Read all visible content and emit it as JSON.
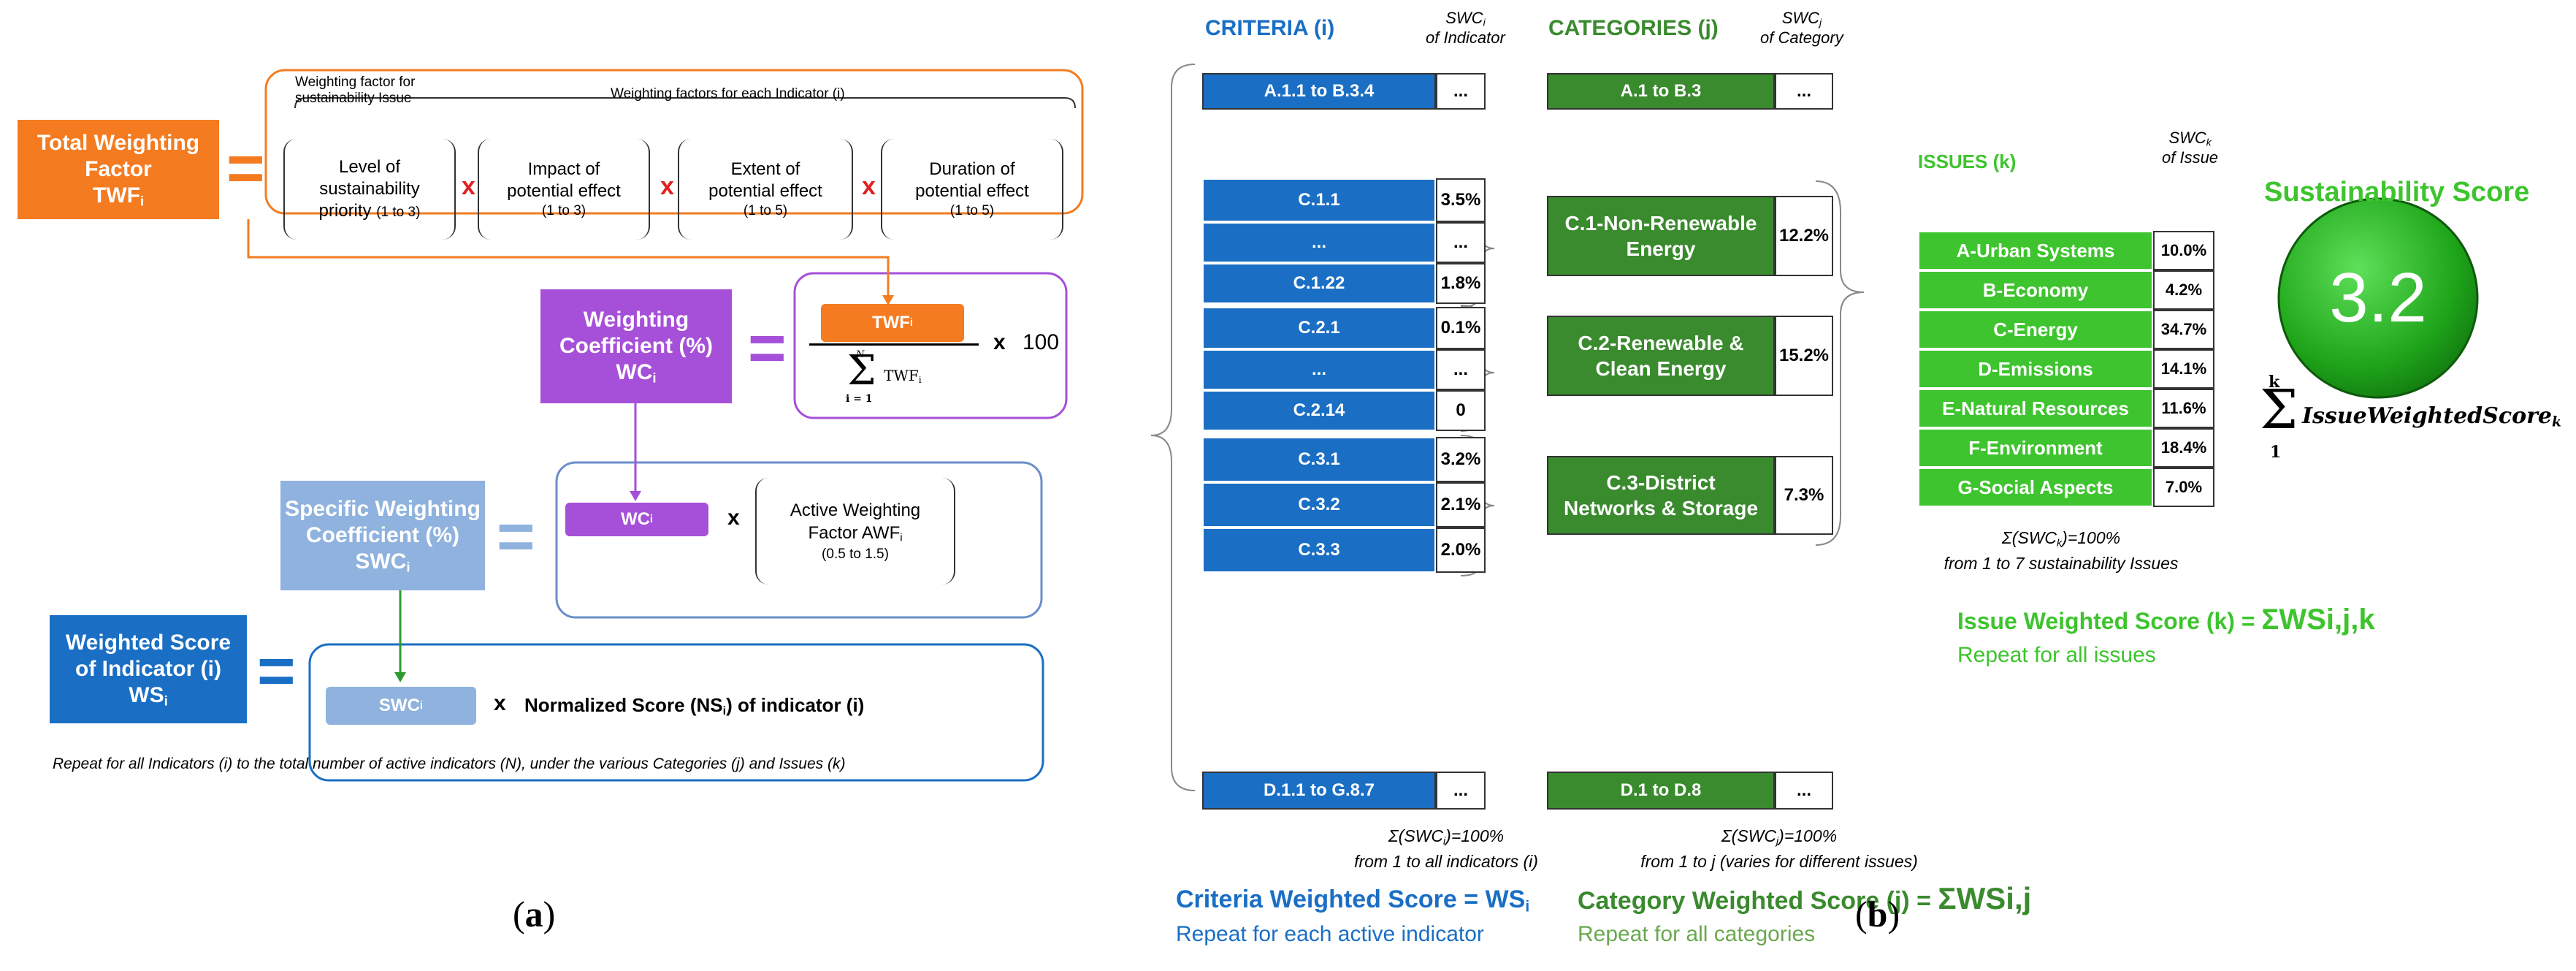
{
  "panel_a": {
    "label": "a",
    "twf": {
      "line1": "Total Weighting",
      "line2": "Factor",
      "line3": "TWF",
      "sub": "i"
    },
    "weighting_factor_issue": {
      "line1": "Weighting factor for",
      "line2": "sustainability Issue"
    },
    "weighting_factors_indicator": "Weighting factors for each Indicator (i)",
    "factors": [
      {
        "line1": "Level of",
        "line2": "sustainability",
        "line3": "priority",
        "range": "(1 to 3)"
      },
      {
        "line1": "Impact of",
        "line2": "potential effect",
        "range": "(1 to 3)"
      },
      {
        "line1": "Extent of",
        "line2": "potential effect",
        "range": "(1 to 5)"
      },
      {
        "line1": "Duration of",
        "line2": "potential effect",
        "range": "(1 to 5)"
      }
    ],
    "times": "x",
    "wc": {
      "line1": "Weighting",
      "line2": "Coefficient (%)",
      "line3": "WC",
      "sub": "i"
    },
    "fraction": {
      "num": "TWF",
      "num_sub": "i",
      "sum_top": "N",
      "sum_bottom": "i = 1",
      "sum_term": "TWF",
      "sum_term_sub": "i",
      "times": "x",
      "factor": "100"
    },
    "swc": {
      "line1": "Specific Weighting",
      "line2": "Coefficient (%)",
      "line3": "SWC",
      "sub": "i"
    },
    "wc_small": {
      "text": "WC",
      "sub": "i"
    },
    "awf": {
      "line1": "Active Weighting",
      "line2": "Factor AWF",
      "sub": "i",
      "range": "(0.5 to 1.5)"
    },
    "ws": {
      "line1": "Weighted Score",
      "line2": "of Indicator (i)",
      "line3": "WS",
      "sub": "i"
    },
    "swc_small": {
      "text": "SWC",
      "sub": "i"
    },
    "normalized": {
      "pre": "Normalized Score (NS",
      "sub": "i",
      "post": ") of indicator (i)"
    },
    "footnote": "Repeat for all Indicators (i) to the total number of active indicators (N), under the various Categories (j) and Issues (k)"
  },
  "panel_b": {
    "label": "b",
    "criteria_header": "CRITERIA (i)",
    "swc_ind_header": {
      "l1": "SWC",
      "sub": "i",
      "l2": "of Indicator"
    },
    "categories_header": "CATEGORIES (j)",
    "swc_cat_header": {
      "l1": "SWC",
      "sub": "j",
      "l2": "of Category"
    },
    "issues_header": "ISSUES (k)",
    "swc_issue_header": {
      "l1": "SWC",
      "sub": "k",
      "l2": "of Issue"
    },
    "criteria_top": {
      "label": "A.1.1 to B.3.4",
      "value": "..."
    },
    "criteria_groups": [
      [
        {
          "label": "C.1.1",
          "value": "3.5%"
        },
        {
          "label": "...",
          "value": "..."
        },
        {
          "label": "C.1.22",
          "value": "1.8%"
        }
      ],
      [
        {
          "label": "C.2.1",
          "value": "0.1%"
        },
        {
          "label": "...",
          "value": "..."
        },
        {
          "label": "C.2.14",
          "value": "0"
        }
      ],
      [
        {
          "label": "C.3.1",
          "value": "3.2%"
        },
        {
          "label": "C.3.2",
          "value": "2.1%"
        },
        {
          "label": "C.3.3",
          "value": "2.0%"
        }
      ]
    ],
    "criteria_bottom": {
      "label": "D.1.1 to G.8.7",
      "value": "..."
    },
    "category_top": {
      "label": "A.1 to B.3",
      "value": "..."
    },
    "categories": [
      {
        "line1": "C.1-Non-Renewable",
        "line2": "Energy",
        "value": "12.2%"
      },
      {
        "line1": "C.2-Renewable &",
        "line2": "Clean Energy",
        "value": "15.2%"
      },
      {
        "line1": "C.3-District",
        "line2": "Networks & Storage",
        "value": "7.3%"
      }
    ],
    "category_bottom": {
      "label": "D.1 to D.8",
      "value": "..."
    },
    "issues": [
      {
        "label": "A-Urban Systems",
        "value": "10.0%"
      },
      {
        "label": "B-Economy",
        "value": "4.2%"
      },
      {
        "label": "C-Energy",
        "value": "34.7%"
      },
      {
        "label": "D-Emissions",
        "value": "14.1%"
      },
      {
        "label": "E-Natural Resources",
        "value": "11.6%"
      },
      {
        "label": "F-Environment",
        "value": "18.4%"
      },
      {
        "label": "G-Social Aspects",
        "value": "7.0%"
      }
    ],
    "sum_indicator": {
      "l1": "Σ(SWC",
      "sub": "i",
      "l1b": ")=100%",
      "l2": "from 1 to all indicators (i)"
    },
    "sum_category": {
      "l1": "Σ(SWC",
      "sub": "j",
      "l1b": ")=100%",
      "l2": "from 1 to j (varies for different issues)"
    },
    "sum_issue": {
      "l1": "Σ(SWC",
      "sub": "k",
      "l1b": ")=100%",
      "l2": "from 1 to 7 sustainability Issues"
    },
    "sustainability_title": "Sustainability Score",
    "sustainability_score": "3.2",
    "sum_formula": {
      "top": "k",
      "bottom": "1",
      "term": "IssueWeightedScore",
      "sub": "k"
    },
    "issue_ws": {
      "text": "Issue Weighted Score (k) = ",
      "sum": "ΣWSi,j,k",
      "repeat": "Repeat for all issues"
    },
    "criteria_ws": {
      "text": "Criteria Weighted Score = WS",
      "sub": "i",
      "repeat": "Repeat for each active indicator"
    },
    "category_ws": {
      "text": "Category Weighted Score (j) = ",
      "sum": "ΣWSi,j",
      "repeat": "Repeat for all categories"
    }
  }
}
